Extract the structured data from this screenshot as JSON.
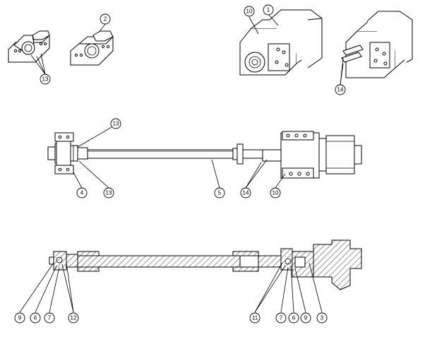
{
  "labels": {
    "top_13": "13",
    "top_2": "2",
    "top_10": "10",
    "top_1": "1",
    "top_14": "14",
    "mid_13_top": "13",
    "mid_4": "4",
    "mid_13_bottom": "13",
    "mid_5": "5",
    "mid_14": "14",
    "mid_10": "10",
    "bot_9_left": "9",
    "bot_6_left": "6",
    "bot_7_left": "7",
    "bot_12": "12",
    "bot_11": "11",
    "bot_7_right": "7",
    "bot_6_right": "6",
    "bot_9_right": "9",
    "bot_3": "3"
  }
}
